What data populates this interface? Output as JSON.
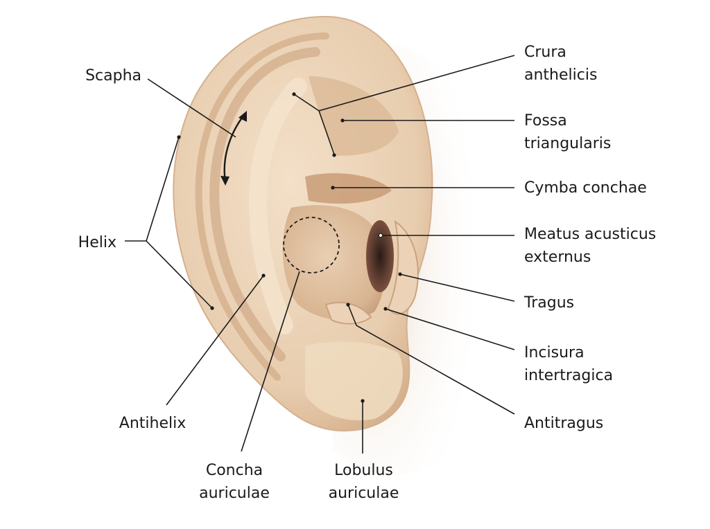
{
  "diagram": {
    "labels": {
      "scapha": [
        "Scapha"
      ],
      "helix": [
        "Helix"
      ],
      "antihelix": [
        "Antihelix"
      ],
      "concha": [
        "Concha",
        "auriculae"
      ],
      "lobulus": [
        "Lobulus",
        "auriculae"
      ],
      "crura": [
        "Crura",
        "anthelicis"
      ],
      "fossa": [
        "Fossa",
        "triangularis"
      ],
      "cymba": [
        "Cymba conchae"
      ],
      "meatus": [
        "Meatus acusticus",
        "externus"
      ],
      "tragus": [
        "Tragus"
      ],
      "incisura": [
        "Incisura",
        "intertragica"
      ],
      "antitragus": [
        "Antitragus"
      ]
    },
    "colors": {
      "skin_light": "#f1dcc3",
      "skin_mid": "#e2c2a0",
      "skin_dark": "#c49774",
      "canal": "#3d2820",
      "leader": "#1a1a1a"
    }
  }
}
